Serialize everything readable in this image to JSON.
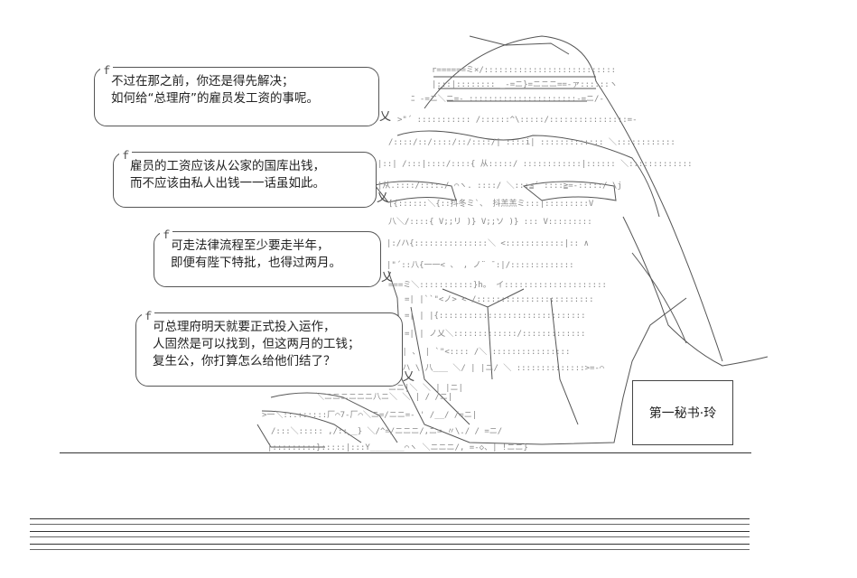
{
  "dialogue": [
    {
      "lines": [
        "不过在那之前，你还是得先解决；",
        "如何给“总理府”的雇员发工资的事呢。"
      ]
    },
    {
      "lines": [
        "雇员的工资应该从公家的国库出钱，",
        "而不应该由私人出钱一一话虽如此。"
      ]
    },
    {
      "lines": [
        "可走法律流程至少要走半年，",
        "即便有陛下特批，也得过两月。"
      ]
    },
    {
      "lines": [
        "可总理府明天就要正式投入运作，",
        "人固然是可以找到，但这两月的工钱；",
        "复生公，你打算怎么给他们结了？"
      ]
    }
  ],
  "speaker": {
    "name": "第一秘书·玲"
  },
  "colors": {
    "ink": "#222222",
    "paper": "#ffffff"
  }
}
